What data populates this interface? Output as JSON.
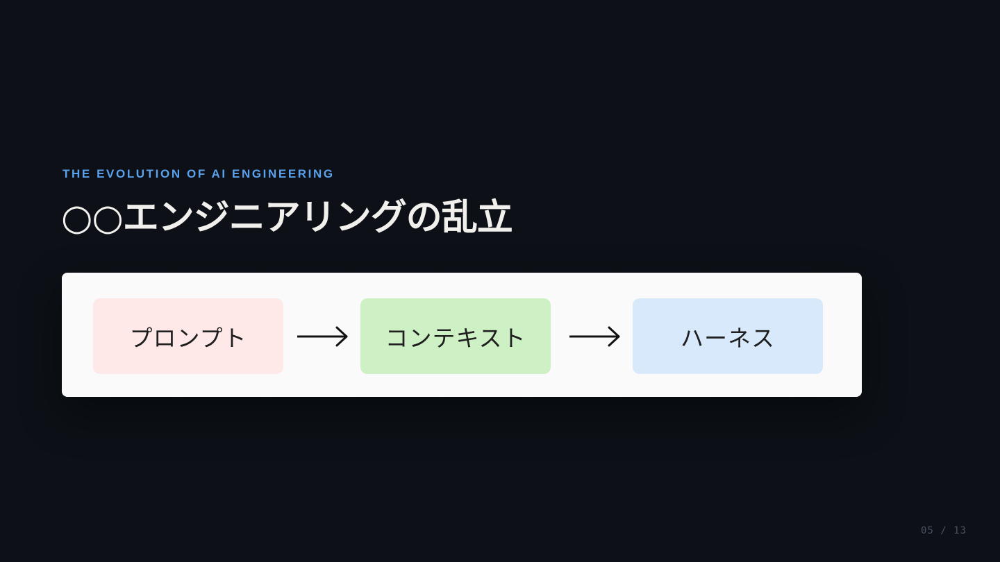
{
  "slide": {
    "eyebrow": "THE EVOLUTION OF AI ENGINEERING",
    "title": "○○エンジニアリングの乱立",
    "flow": {
      "steps": [
        {
          "label": "プロンプト",
          "color": "#ffe8e8"
        },
        {
          "label": "コンテキスト",
          "color": "#cdf0c4"
        },
        {
          "label": "ハーネス",
          "color": "#d8e9fc"
        }
      ],
      "arrow_icon": "long-right-arrow-icon"
    },
    "page": {
      "current": "05",
      "separator": "/",
      "total": "13"
    }
  },
  "colors": {
    "background": "#0d1117",
    "accent": "#5aa2ee",
    "title": "#f2f0ec",
    "card": "#fafafa"
  }
}
